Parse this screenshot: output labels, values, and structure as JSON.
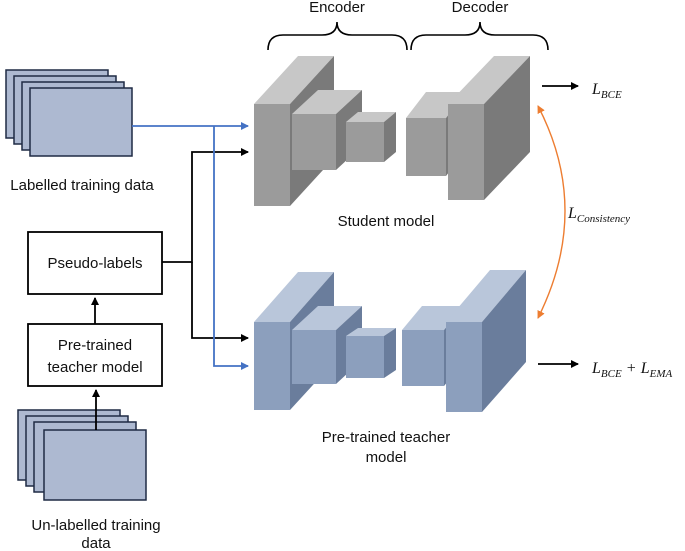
{
  "labels": {
    "encoder": "Encoder",
    "decoder": "Decoder",
    "labelled_data": "Labelled training data",
    "unlabelled_data_line1": "Un-labelled training",
    "unlabelled_data_line2": "data",
    "pseudo_labels": "Pseudo-labels",
    "teacher_box_line1": "Pre-trained",
    "teacher_box_line2": "teacher model",
    "student_model": "Student model",
    "teacher_model_line1": "Pre-trained teacher",
    "teacher_model_line2": "model"
  },
  "losses": {
    "student_L": "L",
    "student_sub": "BCE",
    "consistency_L": "L",
    "consistency_sub": "Consistency",
    "teacher_L1": "L",
    "teacher_sub1": "BCE",
    "teacher_plus": "+",
    "teacher_L2": "L",
    "teacher_sub2": "EMA"
  },
  "colors": {
    "student_front": "#9b9b9b",
    "student_top": "#c7c7c7",
    "student_side": "#7a7a7a",
    "teacher_front": "#8c9fbd",
    "teacher_top": "#b9c6da",
    "teacher_side": "#6a7d9c",
    "data_stack": "#adb9d1",
    "blue_arrow": "#4472c4",
    "orange_arrow": "#ed7d31"
  }
}
